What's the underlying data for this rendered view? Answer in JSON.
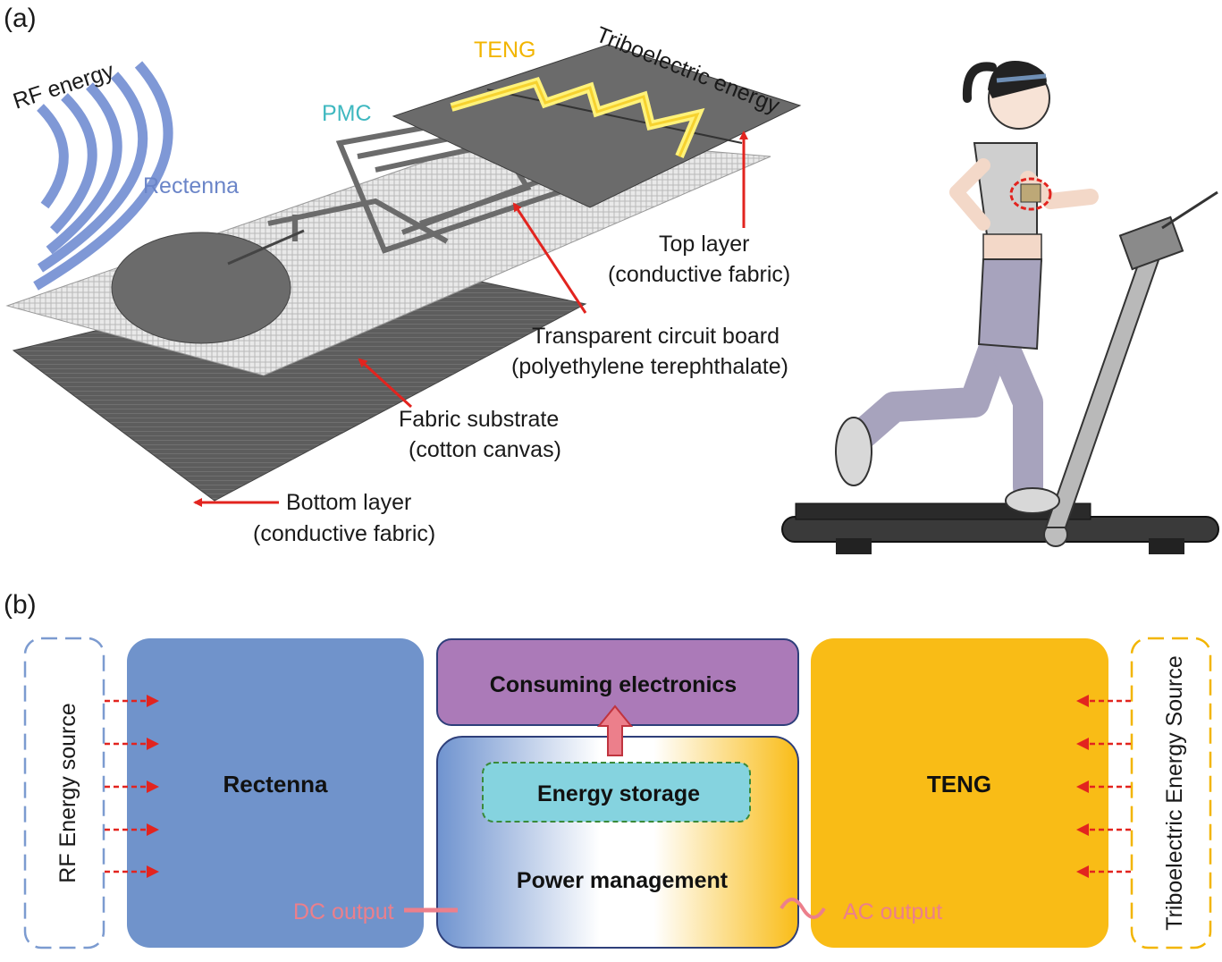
{
  "panel_a": {
    "tag": "(a)",
    "rf_energy": "RF energy",
    "rectenna": "Rectenna",
    "pmc": "PMC",
    "teng": "TENG",
    "triboelectric_energy": "Triboelectric energy",
    "top_layer": "Top layer",
    "top_layer_sub": "(conductive fabric)",
    "circuit_board": "Transparent circuit board",
    "circuit_board_sub": "(polyethylene terephthalate)",
    "fabric_substrate": "Fabric substrate",
    "fabric_substrate_sub": "(cotton canvas)",
    "bottom_layer": "Bottom layer",
    "bottom_layer_sub": "(conductive fabric)"
  },
  "panel_b": {
    "tag": "(b)",
    "rf_source": "RF Energy source",
    "rectenna": "Rectenna",
    "consuming": "Consuming electronics",
    "energy_storage": "Energy storage",
    "power_management": "Power management",
    "teng": "TENG",
    "tribo_source": "Triboelectric Energy Source",
    "dc_output": "DC output",
    "ac_output": "AC output"
  },
  "colors": {
    "rectenna_blue": "#7093cb",
    "teng_yellow": "#f9bc16",
    "consuming_purple": "#ab7ab8",
    "storage_cyan": "#85d3df",
    "arrow_red": "#e2241f",
    "output_pink": "#ec7f8b",
    "rf_label_blue": "#6b85c8",
    "pmc_cyan": "#3fb8c0",
    "teng_label_yellow": "#f2b500"
  }
}
